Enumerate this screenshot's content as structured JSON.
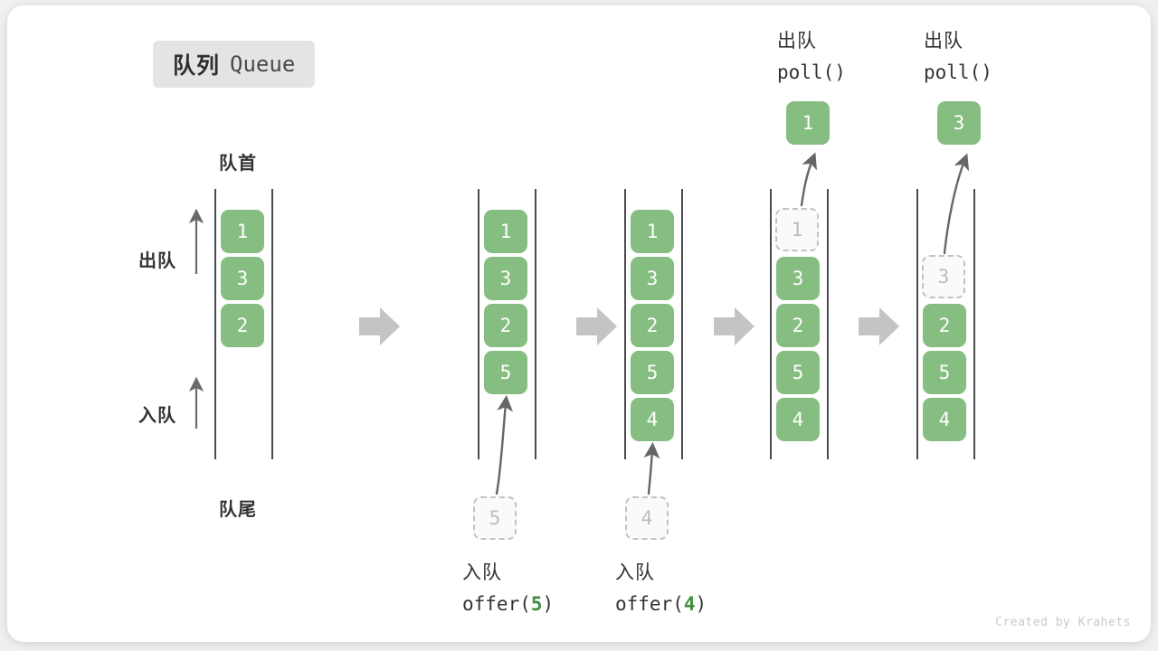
{
  "title": {
    "cn": "队列",
    "en": "Queue"
  },
  "labels": {
    "front": "队首",
    "rear": "队尾",
    "dequeue": "出队",
    "enqueue": "入队"
  },
  "credit": "Created by Krahets",
  "colors": {
    "box_fill": "#86bd81",
    "box_text": "#ffffff",
    "ghost_fill": "#fafafa",
    "ghost_border": "#c2c2c2",
    "ghost_text": "#bcbcbc",
    "rail": "#4a4a4a",
    "arrow_gray": "#c4c4c4",
    "curve_arrow": "#666666",
    "badge_bg": "#e4e4e4",
    "accent_green": "#3f8f3f",
    "credit_text": "#c9c9c9"
  },
  "panels": [
    {
      "name": "initial-queue",
      "items": [
        "1",
        "3",
        "2"
      ],
      "ghost": null,
      "popped": null,
      "caption": null
    },
    {
      "name": "after-offer-5",
      "items": [
        "1",
        "3",
        "2",
        "5"
      ],
      "ghost": {
        "value": "5",
        "position": "below"
      },
      "popped": null,
      "caption": {
        "line1": "入队",
        "line2_pre": "offer(",
        "line2_num": "5",
        "line2_post": ")"
      }
    },
    {
      "name": "after-offer-4",
      "items": [
        "1",
        "3",
        "2",
        "5",
        "4"
      ],
      "ghost": {
        "value": "4",
        "position": "below"
      },
      "popped": null,
      "caption": {
        "line1": "入队",
        "line2_pre": "offer(",
        "line2_num": "4",
        "line2_post": ")"
      }
    },
    {
      "name": "after-poll-1",
      "items": [
        "3",
        "2",
        "5",
        "4"
      ],
      "ghost": {
        "value": "1",
        "position": "slot0"
      },
      "popped": {
        "value": "1",
        "label_line1": "出队",
        "label_line2": "poll()"
      },
      "caption": null
    },
    {
      "name": "after-poll-3",
      "items": [
        "2",
        "5",
        "4"
      ],
      "ghost": {
        "value": "3",
        "position": "slot1"
      },
      "popped": {
        "value": "3",
        "label_line1": "出队",
        "label_line2": "poll()"
      },
      "caption": null
    }
  ],
  "flow_arrows": [
    {
      "name": "flow-arrow-1"
    },
    {
      "name": "flow-arrow-2"
    },
    {
      "name": "flow-arrow-3"
    },
    {
      "name": "flow-arrow-4"
    }
  ]
}
